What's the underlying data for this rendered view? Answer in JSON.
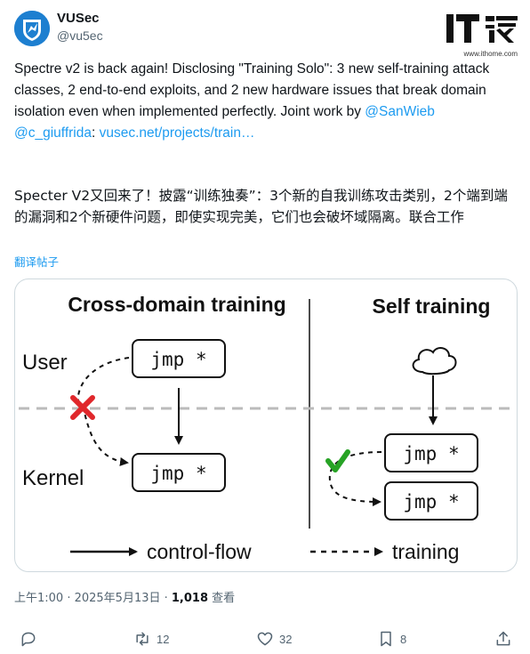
{
  "author": {
    "name": "VUSec",
    "handle": "@vu5ec",
    "avatar_icon": "shield-bird-icon"
  },
  "watermark": {
    "logo_text": "IT之家",
    "url": "www.ithome.com"
  },
  "tweet": {
    "text_before_links": "Spectre v2 is back again! Disclosing \"Training Solo\": 3 new self-training attack classes, 2 end-to-end exploits, and 2 new hardware issues that break domain isolation even when implemented perfectly. Joint work by ",
    "mention_1": "@SanWieb",
    "mention_2": "@c_giuffrida",
    "colon": ": ",
    "link": "vusec.net/projects/train…",
    "translated_text": "Specter V2又回来了！披露“训练独奏”：3个新的自我训练攻击类别，2个端到端的漏洞和2个新硬件问题，即使实现完美，它们也会破坏域隔离。联合工作",
    "translate_label": "翻译帖子"
  },
  "figure": {
    "left_title": "Cross-domain training",
    "right_title": "Self training",
    "user_label": "User",
    "kernel_label": "Kernel",
    "jmp_label": "jmp *",
    "legend_control": "control-flow",
    "legend_training": "training"
  },
  "meta": {
    "time": "上午1:00 · 2025年5月13日 · ",
    "views_count": "1,018",
    "views_label": " 查看"
  },
  "actions": {
    "reply_count": "",
    "retweet_count": "12",
    "like_count": "32",
    "bookmark_count": "8"
  },
  "colors": {
    "link": "#1d9bf0",
    "muted": "#536471",
    "cross": "#e0272b",
    "check": "#27a325"
  }
}
